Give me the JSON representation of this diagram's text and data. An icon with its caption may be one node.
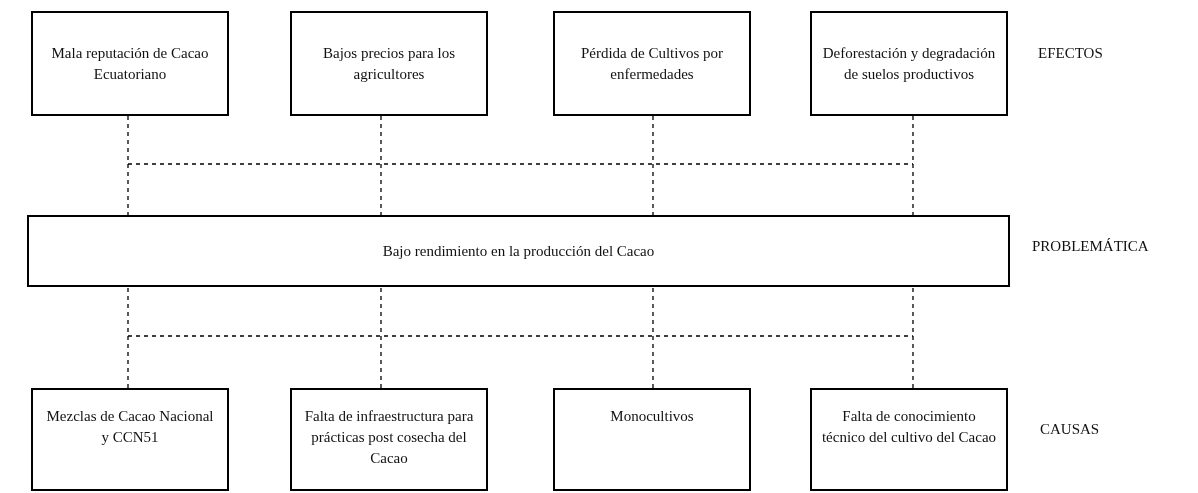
{
  "diagram": {
    "nodes": [
      {
        "text": [
          "Mala reputación de Cacao Ecuatoriano"
        ]
      },
      {
        "text": [
          "Bajos precios para los agricultores"
        ]
      },
      {
        "text": [
          "Pérdida de Cultivos  por enfermedades"
        ]
      },
      {
        "text": [
          "Deforestación y degradación de suelos productivos"
        ]
      },
      {
        "text": [
          "Bajo rendimiento en la producción del Cacao"
        ]
      },
      {
        "text": [
          "Mezclas de Cacao Nacional y CCN51"
        ]
      },
      {
        "text": [
          "Falta de infraestructura para prácticas post cosecha  del Cacao"
        ]
      },
      {
        "text": [
          "Monocultivos"
        ]
      },
      {
        "text": [
          "Falta de conocimiento técnico del cultivo del Cacao"
        ]
      }
    ],
    "edges": [
      {
        "from": 0,
        "to": 4,
        "arrow": "none",
        "style": "dashed"
      },
      {
        "from": 1,
        "to": 4,
        "arrow": "none",
        "style": "dashed"
      },
      {
        "from": 2,
        "to": 4,
        "arrow": "none",
        "style": "dashed"
      },
      {
        "from": 3,
        "to": 4,
        "arrow": "none",
        "style": "dashed"
      },
      {
        "from": 5,
        "to": 4,
        "arrow": "none",
        "style": "dashed"
      },
      {
        "from": 6,
        "to": 4,
        "arrow": "none",
        "style": "dashed"
      },
      {
        "from": 7,
        "to": 4,
        "arrow": "none",
        "style": "dashed"
      },
      {
        "from": 8,
        "to": 4,
        "arrow": "none",
        "style": "dashed"
      }
    ],
    "labels": [
      "EFECTOS",
      "PROBLEMÁTICA",
      "CAUSAS"
    ]
  }
}
